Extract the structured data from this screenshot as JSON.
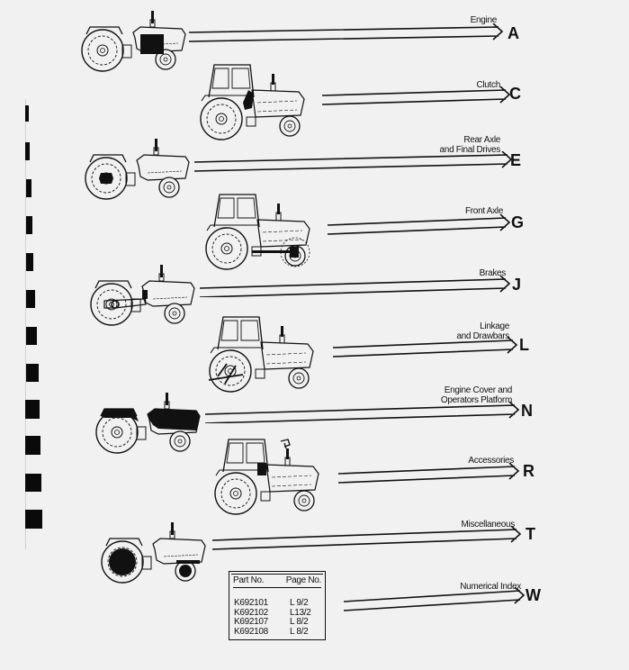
{
  "document": {
    "type": "parts catalogue section index",
    "sections": [
      {
        "letter": "A",
        "label_lines": [
          "Engine"
        ],
        "tractor_style": "two-post",
        "highlight": "engine block"
      },
      {
        "letter": "C",
        "label_lines": [
          "Clutch"
        ],
        "tractor_style": "cab",
        "highlight": "clutch"
      },
      {
        "letter": "E",
        "label_lines": [
          "Rear Axle",
          "and Final Drives"
        ],
        "tractor_style": "two-post",
        "highlight": "rear axle hub"
      },
      {
        "letter": "G",
        "label_lines": [
          "Front Axle"
        ],
        "tractor_style": "cab",
        "highlight": "front axle"
      },
      {
        "letter": "J",
        "label_lines": [
          "Brakes"
        ],
        "tractor_style": "two-post",
        "highlight": "brake linkage"
      },
      {
        "letter": "L",
        "label_lines": [
          "Linkage",
          "and Drawbars"
        ],
        "tractor_style": "cab",
        "highlight": "linkage"
      },
      {
        "letter": "N",
        "label_lines": [
          "Engine Cover and",
          "Operators Platform"
        ],
        "tractor_style": "two-post",
        "highlight": "engine cover and fenders"
      },
      {
        "letter": "R",
        "label_lines": [
          "Accessories"
        ],
        "tractor_style": "cab",
        "highlight": "accessories"
      },
      {
        "letter": "T",
        "label_lines": [
          "Miscellaneous"
        ],
        "tractor_style": "two-post",
        "highlight": "wheels"
      },
      {
        "letter": "W",
        "label_lines": [
          "Numerical Index"
        ],
        "tractor_style": "none",
        "highlight": ""
      }
    ],
    "index_table": {
      "headers": [
        "Part No.",
        "Page No."
      ],
      "rows": [
        {
          "part_no": "K692101",
          "page_no": "L 9/2"
        },
        {
          "part_no": "K692102",
          "page_no": "L13/2"
        },
        {
          "part_no": "K692107",
          "page_no": "L 8/2"
        },
        {
          "part_no": "K692108",
          "page_no": "L 8/2"
        }
      ]
    },
    "colors": {
      "paper": "#f1f1f1",
      "ink": "#111111"
    }
  }
}
